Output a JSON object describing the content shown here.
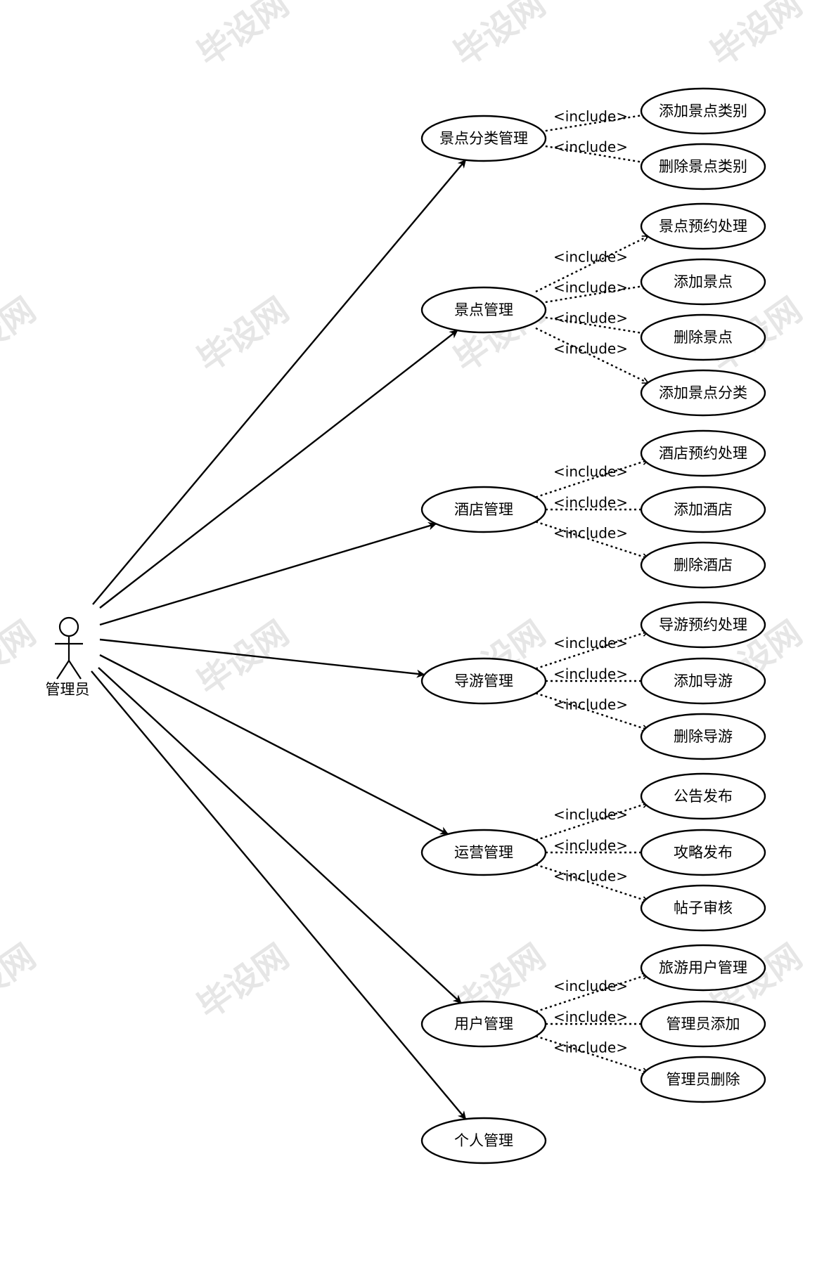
{
  "watermark": {
    "text": "毕设网",
    "color": "#e6e6e6"
  },
  "actor": {
    "label": "管理员"
  },
  "include_label": "<include>",
  "groups": [
    {
      "label": "景点分类管理",
      "children": [
        "添加景点类别",
        "删除景点类别"
      ]
    },
    {
      "label": "景点管理",
      "children": [
        "景点预约处理",
        "添加景点",
        "删除景点",
        "添加景点分类"
      ]
    },
    {
      "label": "酒店管理",
      "children": [
        "酒店预约处理",
        "添加酒店",
        "删除酒店"
      ]
    },
    {
      "label": "导游管理",
      "children": [
        "导游预约处理",
        "添加导游",
        "删除导游"
      ]
    },
    {
      "label": "运营管理",
      "children": [
        "公告发布",
        "攻略发布",
        "帖子审核"
      ]
    },
    {
      "label": "用户管理",
      "children": [
        "旅游用户管理",
        "管理员添加",
        "管理员删除"
      ]
    },
    {
      "label": "个人管理",
      "children": []
    }
  ]
}
